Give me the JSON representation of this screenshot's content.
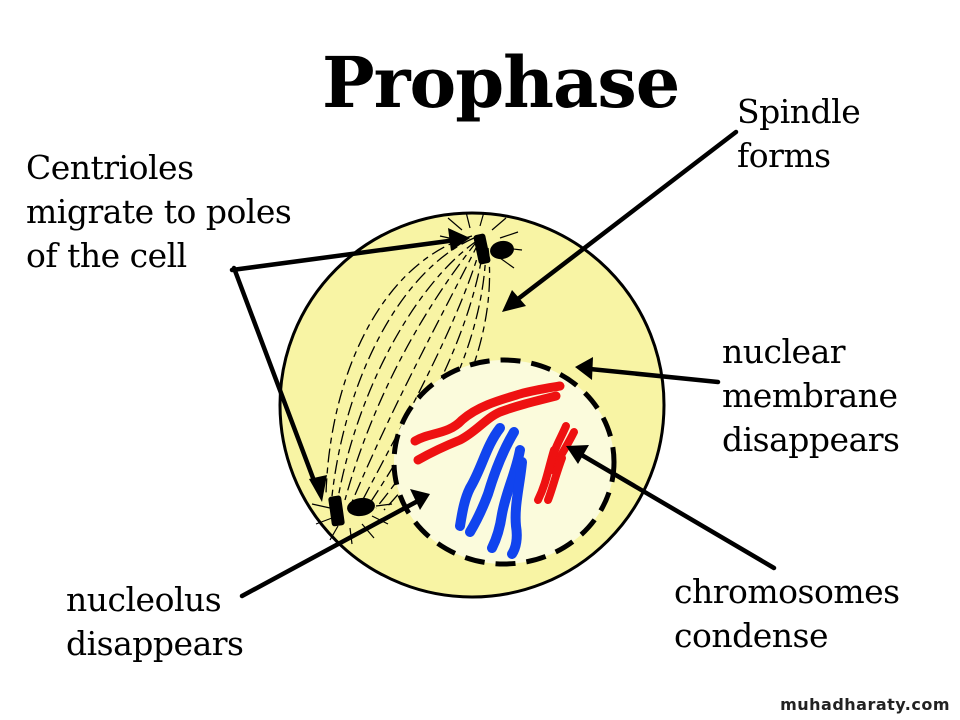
{
  "slide": {
    "title": "Prophase",
    "watermark": "muhadharaty.com"
  },
  "labels": {
    "centrioles": [
      "Centrioles",
      "migrate to poles",
      "of the cell"
    ],
    "spindle": [
      "Spindle",
      "forms"
    ],
    "nuclear_membrane": [
      "nuclear",
      "membrane",
      "disappears"
    ],
    "nucleolus": [
      "nucleolus",
      "disappears"
    ],
    "chromosomes": [
      "chromosomes",
      "condense"
    ]
  },
  "colors": {
    "cytoplasm": "#f8f4a4",
    "nucleus": "#fbfbdc",
    "chromosome_red": "#ee1111",
    "chromosome_blue": "#1144ee",
    "outline": "#000000"
  }
}
